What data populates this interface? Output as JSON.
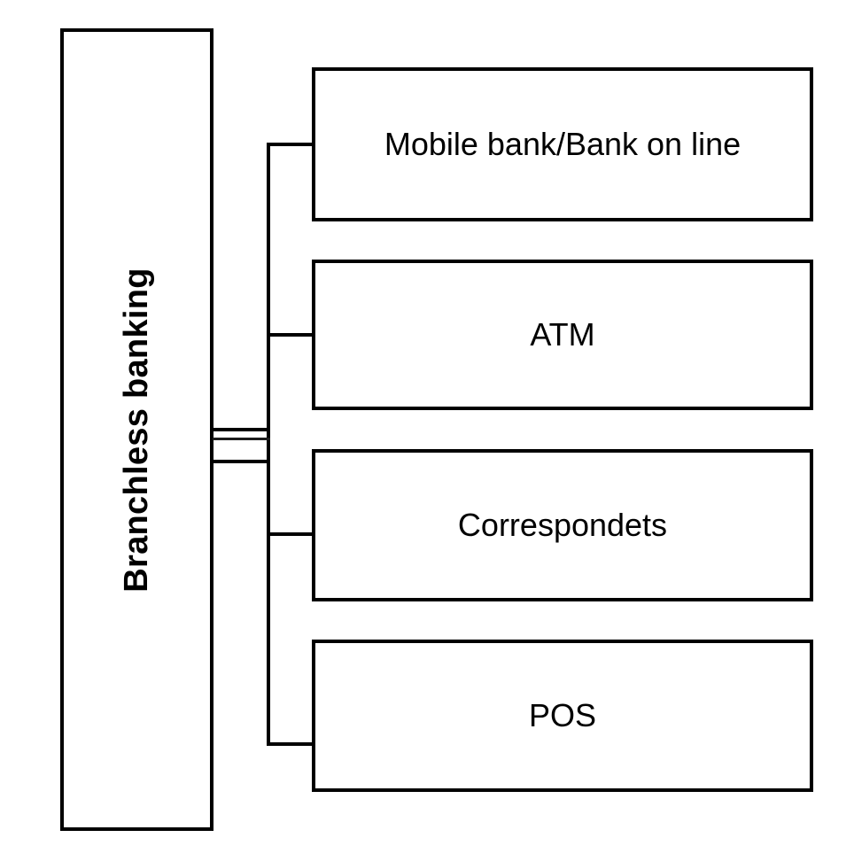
{
  "colors": {
    "background": "#ffffff",
    "line": "#000000",
    "text": "#000000"
  },
  "diagram": {
    "type": "tree",
    "root": {
      "label": "Branchless banking"
    },
    "children": [
      {
        "label": "Mobile bank/Bank on line"
      },
      {
        "label": "ATM"
      },
      {
        "label": "Correspondets"
      },
      {
        "label": "POS"
      }
    ]
  }
}
